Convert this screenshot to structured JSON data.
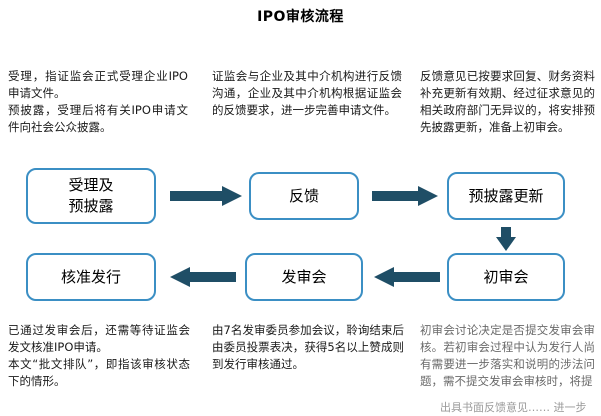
{
  "title": "IPO审核流程",
  "notes": {
    "top_left": "受理，指证监会正式受理企业IPO申请文件。\n预披露，受理后将有关IPO申请文件向社会公众披露。",
    "top_mid": "证监会与企业及其中介机构进行反馈沟通，企业及其中介机构根据证监会的反馈要求，进一步完善申请文件。",
    "top_right": "反馈意见已按要求回复、财务资料补充更新有效期、经过征求意见的相关政府部门无异议的，将安排预先披露更新，准备上初审会。",
    "bottom_left": "已通过发审会后，还需等待证监会发文核准IPO申请。\n本文“批文排队”，即指该审核状态下的情形。",
    "bottom_mid": "由7名发审委员参加会议，聆询结束后由委员投票表决，获得5名以上赞成则到发行审核通过。",
    "bottom_right": "初审会讨论决定是否提交发审会审核。若初审会过程中认为发行人尚有需要进一步落实和说明的涉法问题，需不提交发审会审核时，将提"
  },
  "watermark": "出具书面反馈意见…… 进一步",
  "nodes": [
    {
      "id": "acceptance",
      "label": "受理及\n预披露"
    },
    {
      "id": "feedback",
      "label": "反馈"
    },
    {
      "id": "predisclosure-update",
      "label": "预披露更新"
    },
    {
      "id": "preliminary-review",
      "label": "初审会"
    },
    {
      "id": "issuance-review",
      "label": "发审会"
    },
    {
      "id": "approval-issuance",
      "label": "核准发行"
    }
  ],
  "arrows": [
    {
      "id": "arrow-acceptance-to-feedback",
      "direction": "right"
    },
    {
      "id": "arrow-feedback-to-predisclosure",
      "direction": "right"
    },
    {
      "id": "arrow-predisclosure-to-preliminary",
      "direction": "down"
    },
    {
      "id": "arrow-preliminary-to-issuance",
      "direction": "left"
    },
    {
      "id": "arrow-issuance-to-approval",
      "direction": "left"
    }
  ],
  "colors": {
    "box_border": "#3b8fc4",
    "arrow": "#1f4e66",
    "text": "#000000"
  }
}
